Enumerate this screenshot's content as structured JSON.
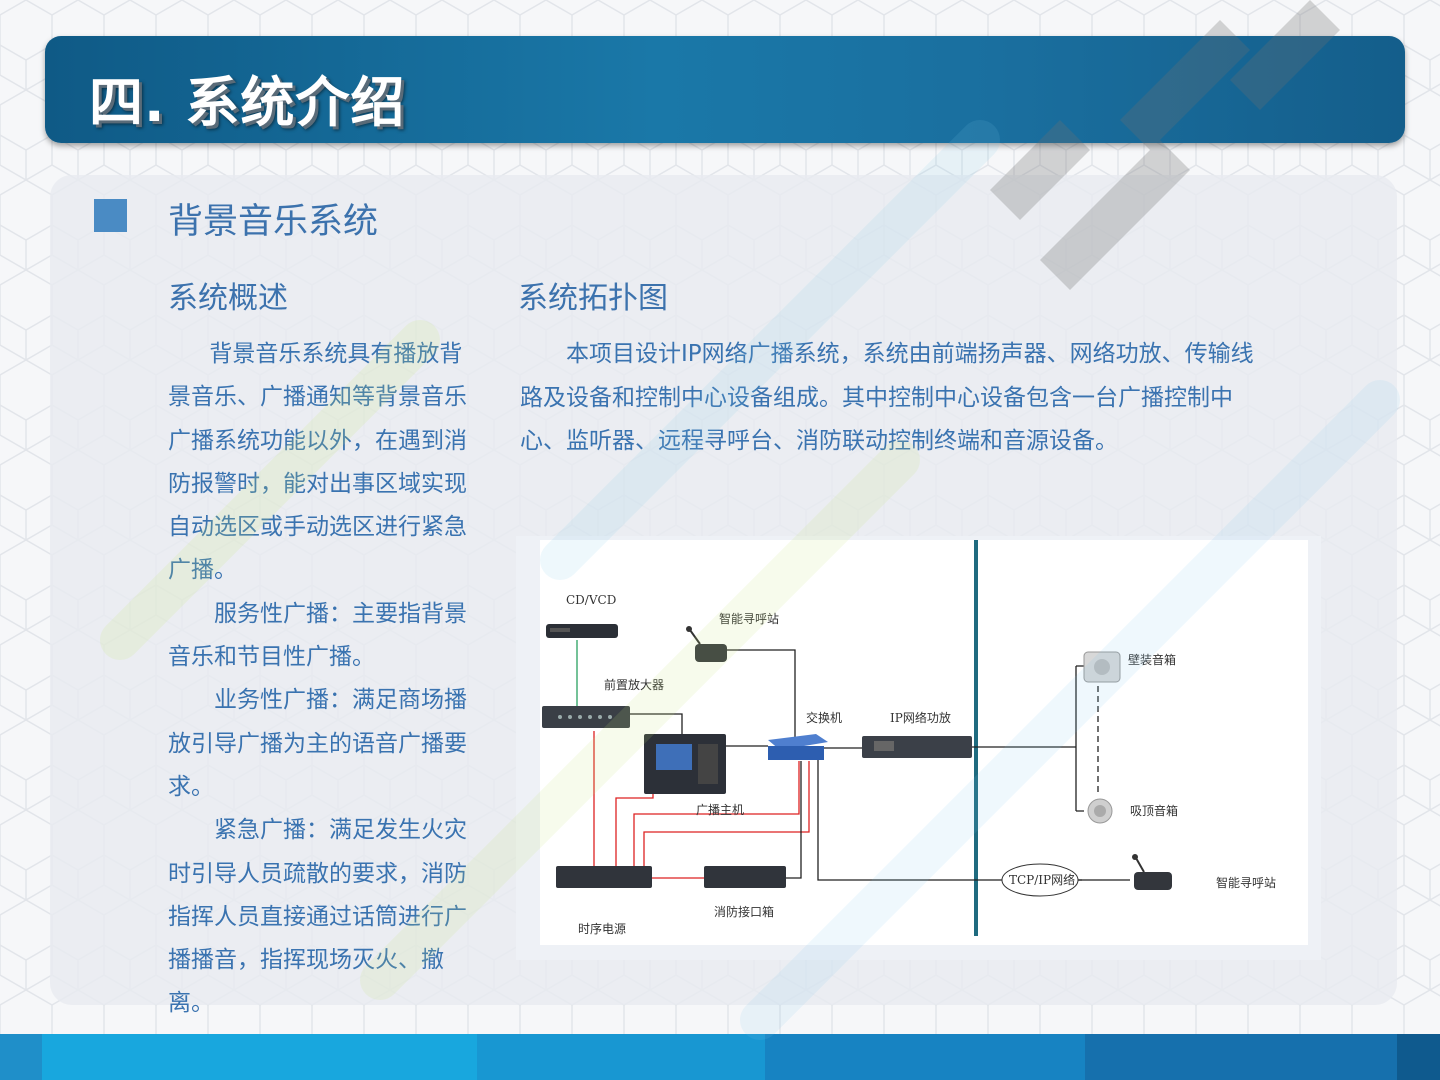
{
  "header": {
    "title": "四. 系统介绍"
  },
  "section": {
    "title": "背景音乐系统"
  },
  "overview": {
    "title": "系统概述",
    "paragraphs": [
      "背景音乐系统具有播放背景音乐、广播通知等背景音乐广播系统功能以外，在遇到消防报警时，能对出事区域实现自动选区或手动选区进行紧急广播。",
      "服务性广播：主要指背景音乐和节目性广播。",
      "业务性广播：满足商场播放引导广播为主的语音广播要求。",
      "紧急广播：满足发生火灾时引导人员疏散的要求，消防指挥人员直接通过话筒进行广播播音，指挥现场灭火、撤离。"
    ]
  },
  "topology": {
    "title": "系统拓扑图",
    "description": "本项目设计IP网络广播系统，系统由前端扬声器、网络功放、传输线路及设备和控制中心设备组成。其中控制中心设备包含一台广播控制中心、监听器、远程寻呼台、消防联动控制终端和音源设备。",
    "labels": {
      "cd": "CD/VCD",
      "paging1": "智能寻呼站",
      "preamp": "前置放大器",
      "switch": "交换机",
      "amp": "IP网络功放",
      "host": "广播主机",
      "wall_speaker": "壁装音箱",
      "ceiling_speaker": "吸顶音箱",
      "tcpip": "TCP/IP网络",
      "paging2": "智能寻呼站",
      "fire": "消防接口箱",
      "power": "时序电源"
    }
  },
  "colors": {
    "header": "#1a78a8",
    "accent_text": "#3a73b0",
    "bullet": "#4a8bc4"
  }
}
